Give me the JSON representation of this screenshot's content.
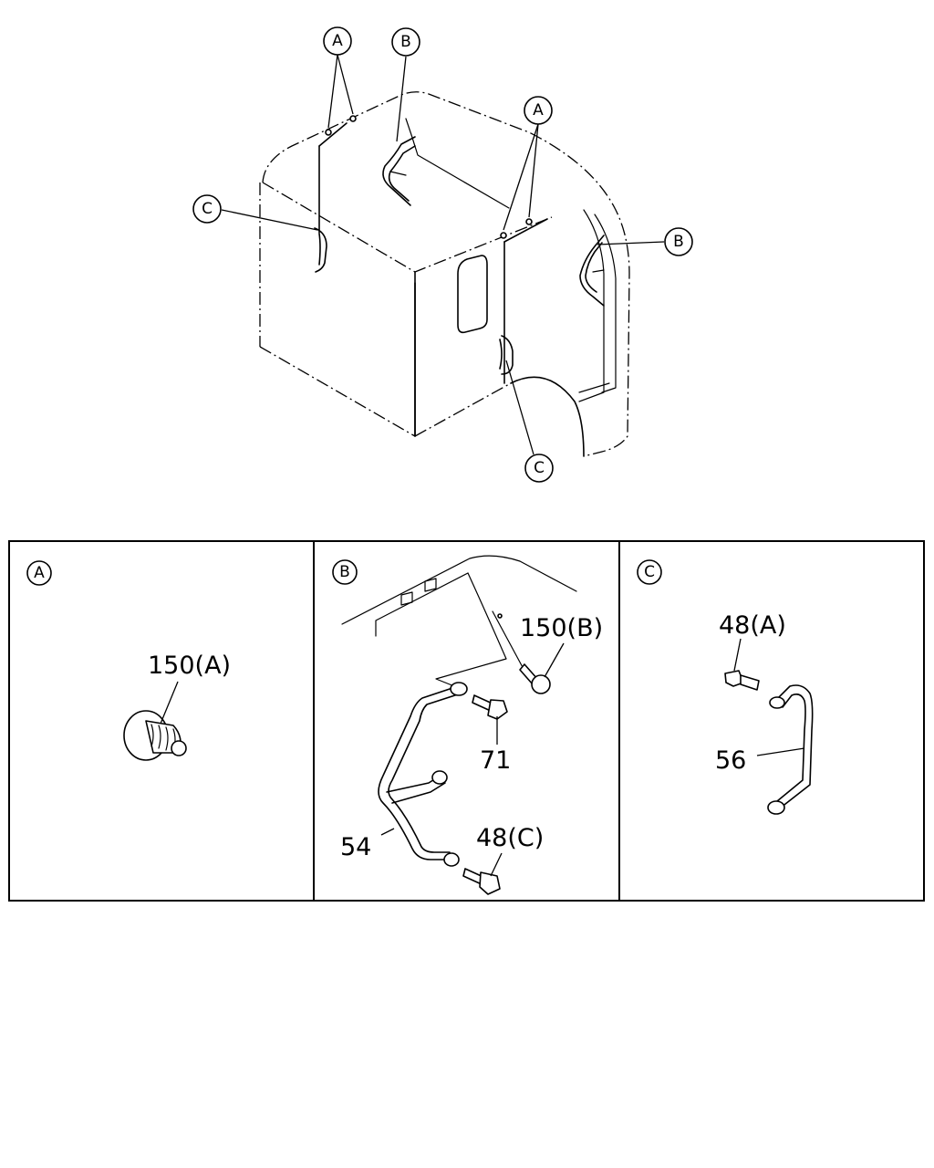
{
  "callouts": {
    "main_a_top": "A",
    "main_b_top": "B",
    "main_a_right": "A",
    "main_c_left": "C",
    "main_b_right": "B",
    "main_c_bottom": "C"
  },
  "panels": [
    {
      "letter": "A",
      "parts": [
        "150(A)"
      ]
    },
    {
      "letter": "B",
      "parts": [
        "150(B)",
        "71",
        "54",
        "48(C)"
      ]
    },
    {
      "letter": "C",
      "parts": [
        "48(A)",
        "56"
      ]
    }
  ]
}
